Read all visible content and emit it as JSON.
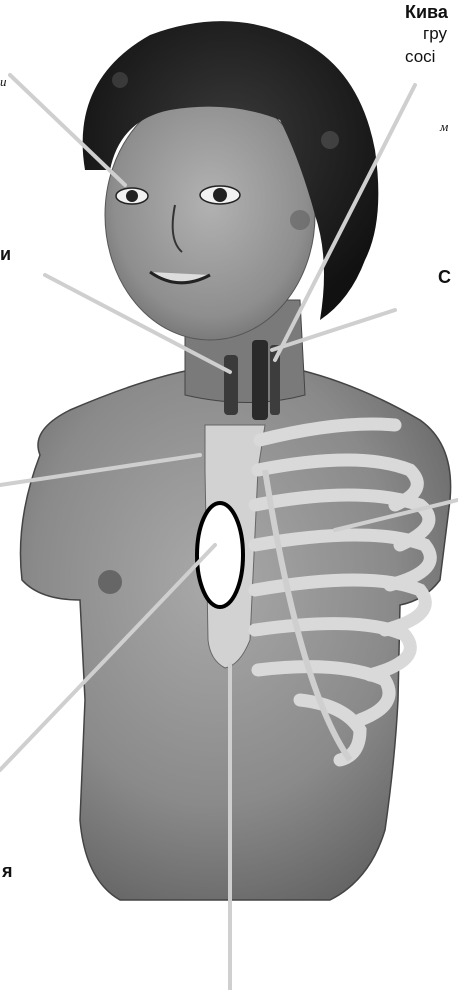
{
  "labels": {
    "top_right_1": "Кива",
    "top_right_2": "гру",
    "top_right_3": "сосі",
    "top_right_4": "м",
    "left_top_small": "и",
    "left_mid": "и",
    "right_mid": "С",
    "bottom_left": "я"
  },
  "colors": {
    "background": "#ffffff",
    "skin": "#8e8e8e",
    "hair": "#1e1e1e",
    "ribs": "#d9d9d9",
    "pointer_lines": "#cfcfcf"
  }
}
